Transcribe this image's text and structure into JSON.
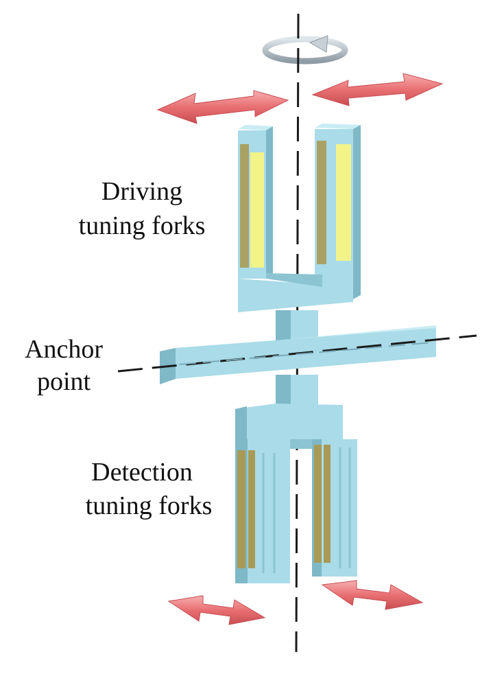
{
  "labels": {
    "driving_line1": "Driving",
    "driving_line2": "tuning forks",
    "anchor_line1": "Anchor",
    "anchor_line2": "point",
    "detection_line1": "Detection",
    "detection_line2": "tuning forks"
  },
  "colors": {
    "structure_front": "#a9dbe8",
    "structure_side": "#7fb8c6",
    "structure_top": "#c9ecf4",
    "electrode_yellow": "#f2f48a",
    "electrode_gold": "#a89a55",
    "arrow_red": "#e86f72",
    "arrow_red_light": "#f5a4a6",
    "rotation_arrow": "#b9c4cc",
    "axis_line": "#1a1a1a"
  }
}
